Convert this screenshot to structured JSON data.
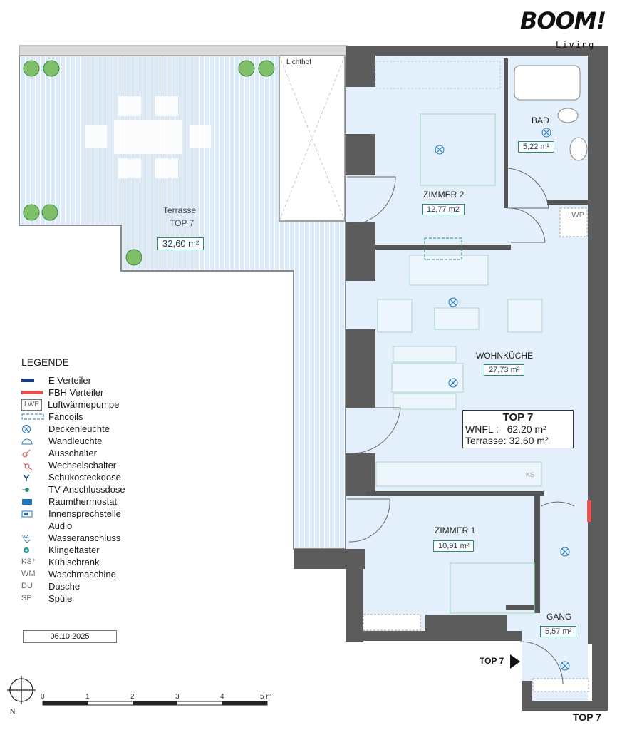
{
  "brand": {
    "logo": "BOOM!",
    "sub": "Living"
  },
  "rooms": {
    "terrace": {
      "name": "Terrasse",
      "unit": "TOP 7",
      "area": "32,60 m²"
    },
    "lichthof": {
      "name": "Lichthof"
    },
    "bad": {
      "name": "BAD",
      "area": "5,22 m²"
    },
    "zimmer2": {
      "name": "ZIMMER 2",
      "area": "12,77 m2"
    },
    "lwp": {
      "name": "LWP"
    },
    "wohnkueche": {
      "name": "WOHNKÜCHE",
      "area": "27,73 m²"
    },
    "zimmer1": {
      "name": "ZIMMER 1",
      "area": "10,91 m²"
    },
    "gang": {
      "name": "GANG",
      "area": "5,57 m²"
    },
    "ks": {
      "name": "KS"
    }
  },
  "summary": {
    "title": "TOP 7",
    "wnfl_label": "WNFL :",
    "wnfl_value": "62.20 m²",
    "terrace_label": "Terrasse:",
    "terrace_value": "32.60 m²"
  },
  "legend": {
    "title": "LEGENDE",
    "items": [
      {
        "sym": "e-verteiler-icon",
        "label": "E Verteiler"
      },
      {
        "sym": "fbh-verteiler-icon",
        "label": "FBH Verteiler"
      },
      {
        "sym": "lwp-icon",
        "sym_text": "LWP",
        "label": "Luftwärmepumpe"
      },
      {
        "sym": "fancoil-icon",
        "label": "Fancoils"
      },
      {
        "sym": "deckenleuchte-icon",
        "label": "Deckenleuchte"
      },
      {
        "sym": "wandleuchte-icon",
        "label": "Wandleuchte"
      },
      {
        "sym": "ausschalter-icon",
        "label": "Ausschalter"
      },
      {
        "sym": "wechselschalter-icon",
        "label": "Wechselschalter"
      },
      {
        "sym": "schukosteckdose-icon",
        "label": "Schukosteckdose"
      },
      {
        "sym": "tv-anschlussdose-icon",
        "label": "TV-Anschlussdose"
      },
      {
        "sym": "raumthermostat-icon",
        "label": "Raumthermostat"
      },
      {
        "sym": "innensprechstelle-icon",
        "label": "Innensprechstelle"
      },
      {
        "sym": "",
        "label": "Audio"
      },
      {
        "sym": "wasseranschluss-icon",
        "label": "Wasseranschluss"
      },
      {
        "sym": "klingeltaster-icon",
        "label": "Klingeltaster"
      },
      {
        "sym": "ks-icon",
        "sym_text": "KS⁺",
        "label": "Kühlschrank"
      },
      {
        "sym": "wm-icon",
        "sym_text": "WM",
        "label": "Waschmaschine"
      },
      {
        "sym": "du-icon",
        "sym_text": "DU",
        "label": "Dusche"
      },
      {
        "sym": "sp-icon",
        "sym_text": "SP",
        "label": "Spüle"
      }
    ]
  },
  "date": "06.10.2025",
  "entry_label": "TOP 7",
  "corner_label": "TOP 7",
  "scale": {
    "ticks": [
      "0",
      "1",
      "2",
      "3",
      "4",
      "5 m"
    ]
  },
  "north": "N",
  "colors": {
    "floor": "#e4f0fa",
    "wall": "#5a5a5a",
    "terrace": "#dbe9f5",
    "accent": "#2a8a7a"
  }
}
